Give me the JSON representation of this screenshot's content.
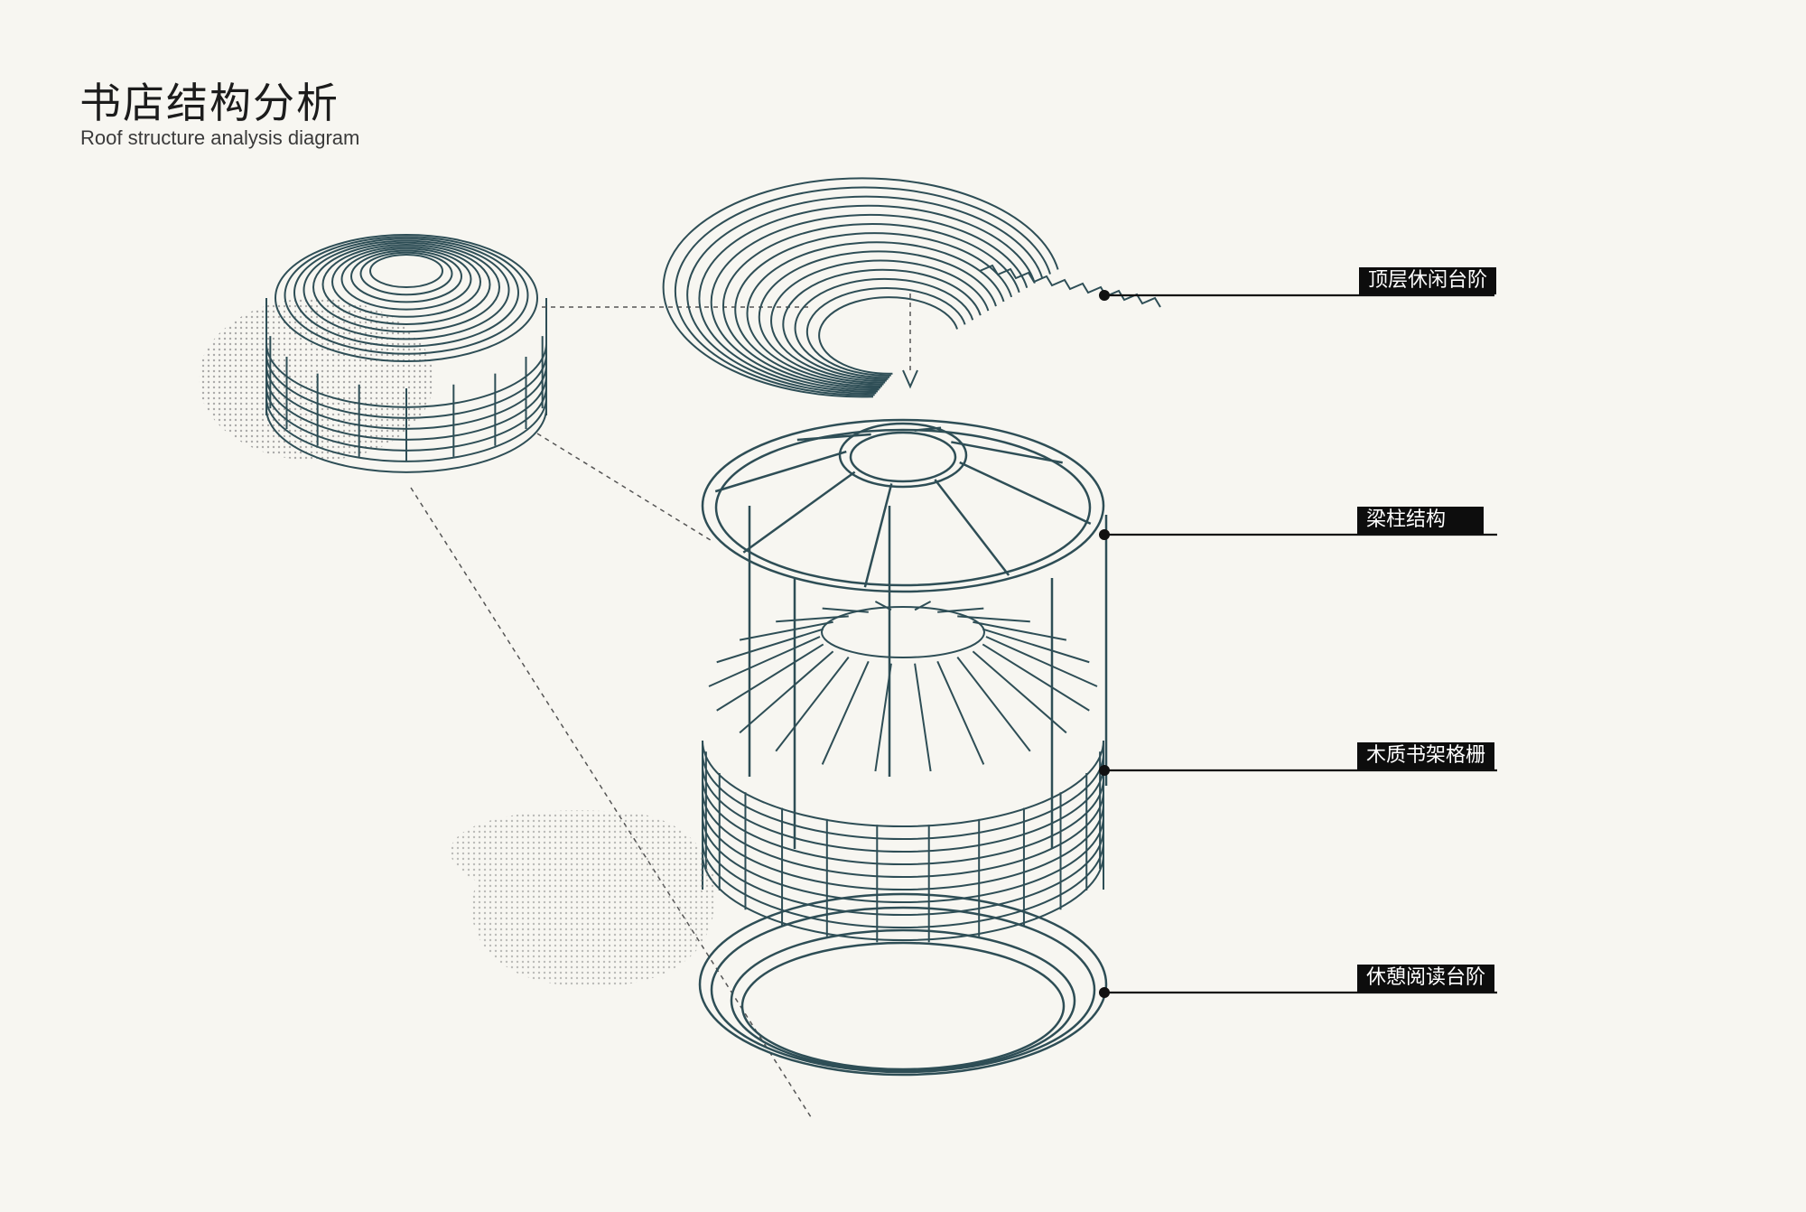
{
  "header": {
    "title": "书店结构分析",
    "subtitle": "Roof structure analysis diagram"
  },
  "callouts": [
    {
      "id": "top-steps",
      "label": "顶层休闲台阶"
    },
    {
      "id": "beam-column",
      "label": "梁柱结构"
    },
    {
      "id": "wood-grille",
      "label": "木质书架格栅"
    },
    {
      "id": "rest-steps",
      "label": "休憩阅读台阶"
    }
  ],
  "colors": {
    "line": "#2e4e56",
    "label_bg": "#0d0d0d",
    "label_text": "#ffffff",
    "paper": "#f7f6f1"
  }
}
